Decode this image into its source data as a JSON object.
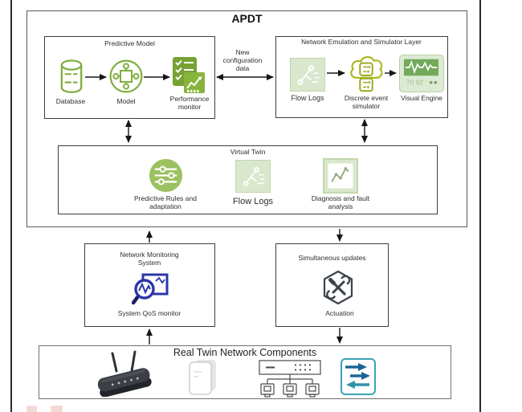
{
  "apdt": {
    "title": "APDT"
  },
  "predictive_model": {
    "title": "Predictive Model",
    "database_label": "Database",
    "model_label": "Model",
    "performance_label": "Performance monitor"
  },
  "new_configuration": {
    "label": "New configuration data"
  },
  "network_emulation": {
    "title": "Network Emulation and Simulator Layer",
    "flow_logs_label": "Flow Logs",
    "discrete_event_label": "Discrete event simulator",
    "visual_engine_label": "Visual Engine",
    "visual_engine_reading": "70 92"
  },
  "virtual_twin": {
    "title": "Virtual Twin",
    "predictive_rules_label": "Predictive Rules and adaptation",
    "flow_logs_label": "Flow Logs",
    "diagnosis_label": "Diagnosis and fault analysis"
  },
  "network_monitoring": {
    "title": "Network Monitoring System",
    "qos_label": "System QoS monitor"
  },
  "simultaneous_updates": {
    "title": "Simultaneous updates",
    "actuation_label": "Actuation"
  },
  "real_twin": {
    "title": "Real Twin Network Components",
    "icons": [
      "wireless-router",
      "access-point",
      "network-hub",
      "network-switch"
    ]
  },
  "colors": {
    "icon_green": "#7fae3d",
    "icon_green_dark": "#76a233",
    "light_green_fill": "#d9e7cc",
    "olive_green": "#a0b122",
    "rules_green": "#9cc161",
    "visual_screen_green": "#73a95b",
    "qos_blue": "#2b35a8",
    "switch_teal": "#3aa3b8",
    "switch_arrow_blue": "#1a6498",
    "arrow_black": "#161616"
  }
}
